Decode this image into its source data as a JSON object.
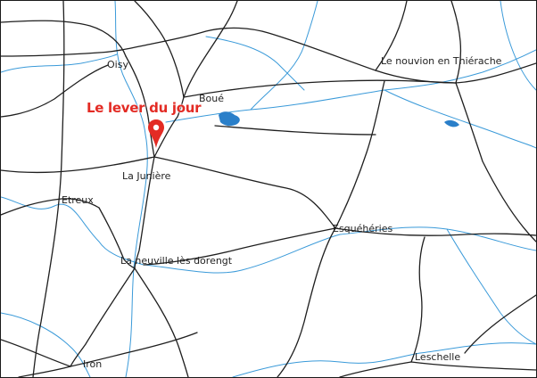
{
  "map": {
    "colors": {
      "road": "#1f1f1f",
      "river": "#3a9ad9",
      "water": "#2a7fc9",
      "marker": "#e32b24",
      "poi_text": "#e32b24"
    },
    "poi": {
      "label": "Le lever du jour",
      "icon": "map-pin-icon"
    },
    "places": {
      "oisy": "Oisy",
      "boue": "Boué",
      "le_nouvion": "Le nouvion en Thiérache",
      "la_juniere": "La Junière",
      "etreux": "Etreux",
      "esquehery": "Esquéhéries",
      "la_neuville": "La neuville lès dorengt",
      "leschelle": "Leschelle",
      "iron": "Iron"
    }
  }
}
